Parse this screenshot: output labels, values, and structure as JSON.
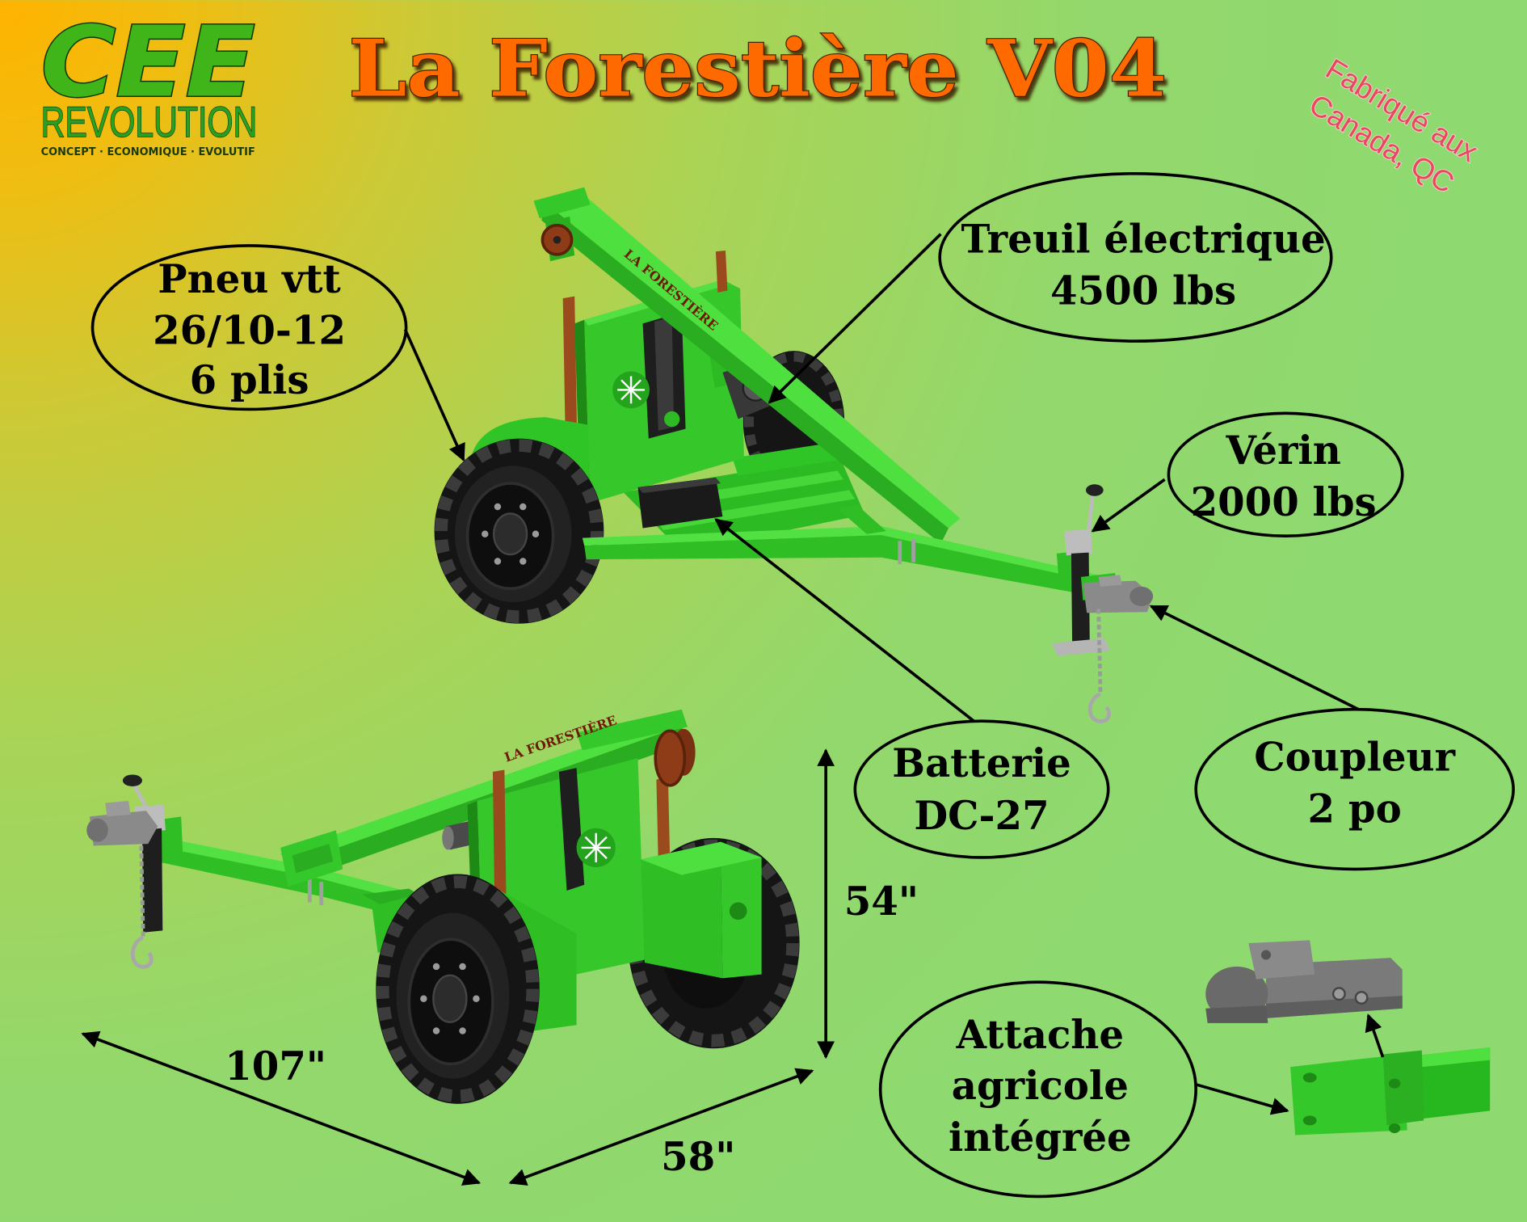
{
  "logo": {
    "brand": "CEE",
    "name": "REVOLUTION",
    "tagline": "CONCEPT · ECONOMIQUE · EVOLUTIF"
  },
  "title": "La Forestière V04",
  "origin_badge": {
    "lines": [
      "Fabriqué aux",
      "Canada, QC"
    ]
  },
  "callouts": {
    "tire": [
      "Pneu vtt",
      "26/10-12",
      "6 plis"
    ],
    "winch": [
      "Treuil électrique",
      "4500 lbs"
    ],
    "jack": [
      "Vérin",
      "2000 lbs"
    ],
    "battery": [
      "Batterie",
      "DC-27"
    ],
    "coupler": [
      "Coupleur",
      "2 po"
    ],
    "hitch": [
      "Attache",
      "agricole",
      "intégrée"
    ]
  },
  "dimensions": {
    "height": "54\"",
    "length": "107\"",
    "width": "58\""
  },
  "product_lettering": "LA FORESTIÈRE",
  "colors": {
    "title": "#ff6a00",
    "title_outline": "#4a2400",
    "badge": "#e8485c",
    "logo_green": "#3fb51a",
    "frame_green": "#36c82b",
    "post_brown": "#9b4a1e",
    "callout_stroke": "#000000"
  },
  "icons": [
    "wheel-emblem-icon"
  ]
}
